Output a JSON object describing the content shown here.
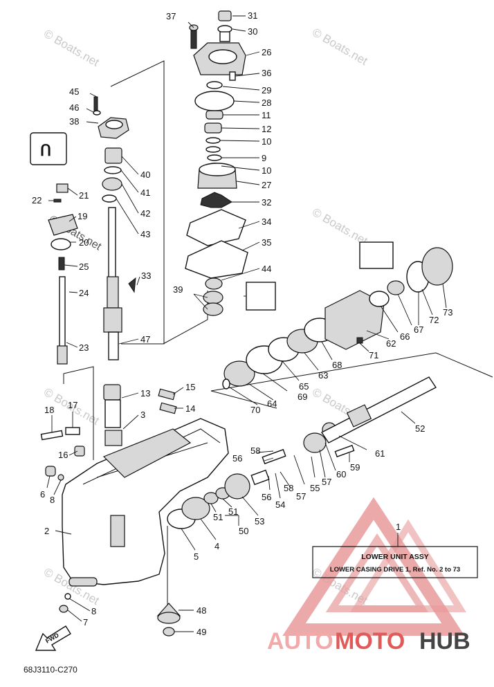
{
  "diagram_code": "68J3110-C270",
  "fwd_label": "FWD",
  "assembly_box": {
    "title": "LOWER UNIT ASSY",
    "subtitle": "LOWER CASING DRIVE 1, Ref. No. 2 to 73",
    "ref": "1"
  },
  "watermark": "© Boats.net",
  "brand": {
    "part1": "AUTO",
    "part2": "MOTO",
    "part3": "HUB",
    "color1": "#f2a9a9",
    "color2": "#e05a5a",
    "color3": "#444444"
  },
  "callouts": {
    "c37": "37",
    "c31": "31",
    "c30": "30",
    "c26": "26",
    "c36": "36",
    "c29": "29",
    "c28": "28",
    "c11": "11",
    "c12": "12",
    "c10a": "10",
    "c9": "9",
    "c10b": "10",
    "c27": "27",
    "c32": "32",
    "c34": "34",
    "c35": "35",
    "c44": "44",
    "c39": "39",
    "c45": "45",
    "c46": "46",
    "c38": "38",
    "c40": "40",
    "c41": "41",
    "c42": "42",
    "c43": "43",
    "c21": "21",
    "c22": "22",
    "c19": "19",
    "c20": "20",
    "c25": "25",
    "c24": "24",
    "c23": "23",
    "c33": "33",
    "c47": "47",
    "c13": "13",
    "c15": "15",
    "c14": "14",
    "c3": "3",
    "c18": "18",
    "c17": "17",
    "c16": "16",
    "c6": "6",
    "c8a": "8",
    "c2": "2",
    "c5": "5",
    "c4": "4",
    "c51a": "51",
    "c51b": "51",
    "c50": "50",
    "c53": "53",
    "c54": "54",
    "c56a": "56",
    "c56b": "56",
    "c58a": "58",
    "c58b": "58",
    "c57a": "57",
    "c57b": "57",
    "c55": "55",
    "c60": "60",
    "c59": "59",
    "c61": "61",
    "c52": "52",
    "c70": "70",
    "c64": "64",
    "c69": "69",
    "c65": "65",
    "c63": "63",
    "c68": "68",
    "c71": "71",
    "c62": "62",
    "c66": "66",
    "c67": "67",
    "c72": "72",
    "c73": "73",
    "c48": "48",
    "c49": "49",
    "c8b": "8",
    "c7": "7"
  }
}
